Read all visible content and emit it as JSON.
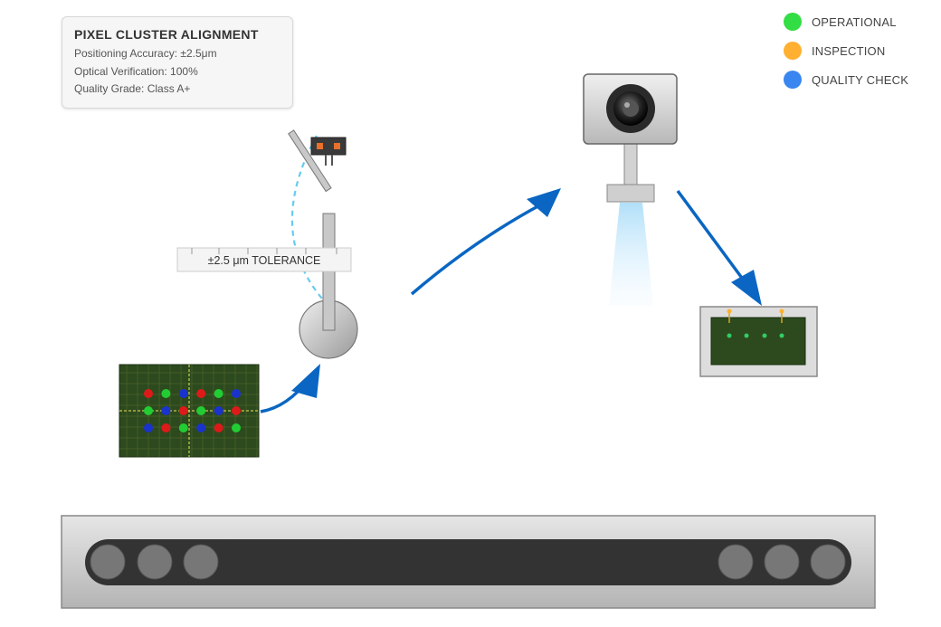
{
  "info_panel": {
    "title": "PIXEL CLUSTER ALIGNMENT",
    "lines": [
      "Positioning Accuracy: ±2.5μm",
      "Optical Verification: 100%",
      "Quality Grade: Class A+"
    ]
  },
  "legend": [
    {
      "label": "OPERATIONAL",
      "color": "#33dd44"
    },
    {
      "label": "INSPECTION",
      "color": "#ffb030"
    },
    {
      "label": "QUALITY CHECK",
      "color": "#3a86f0"
    }
  ],
  "tolerance_label": "±2.5 μm TOLERANCE",
  "colors": {
    "flow_arrow": "#0a66c2",
    "board_green": "#2c4a1e",
    "pixel_red": "#dd1a1a",
    "pixel_green": "#22cc33",
    "pixel_blue": "#1a33cc",
    "conveyor_belt": "#333333",
    "scan_line": "#66ccee"
  },
  "pixel_grid": [
    [
      "red",
      "green",
      "blue",
      "red",
      "green",
      "blue"
    ],
    [
      "green",
      "blue",
      "red",
      "green",
      "blue",
      "red"
    ],
    [
      "blue",
      "red",
      "green",
      "blue",
      "red",
      "green"
    ]
  ],
  "icons": [
    "robot-arm-icon",
    "camera-icon",
    "conveyor-icon",
    "led-board-icon"
  ]
}
